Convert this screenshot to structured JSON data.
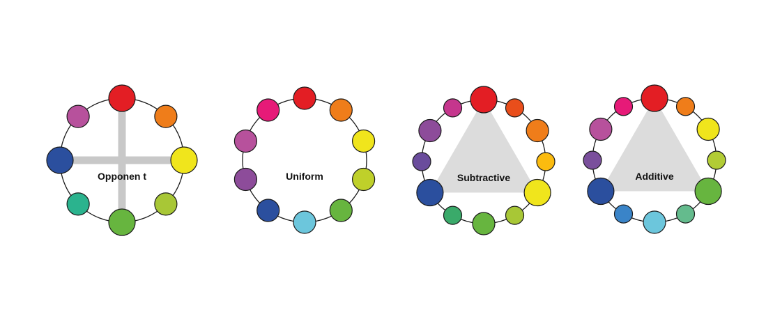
{
  "wheels": [
    {
      "id": "opponent",
      "label": "Opponen t",
      "overlay": "cross",
      "swatches": [
        {
          "color": "#e31e24",
          "size": "large"
        },
        {
          "color": "#ef7d1a",
          "size": "medium"
        },
        {
          "color": "#f0e51c",
          "size": "large"
        },
        {
          "color": "#a8c736",
          "size": "medium"
        },
        {
          "color": "#67b53f",
          "size": "large"
        },
        {
          "color": "#2bb38e",
          "size": "medium"
        },
        {
          "color": "#2b4f9e",
          "size": "large"
        },
        {
          "color": "#b7519c",
          "size": "medium"
        }
      ]
    },
    {
      "id": "uniform",
      "label": "Uniform",
      "overlay": "none",
      "swatches": [
        {
          "color": "#e31e24",
          "size": "medium"
        },
        {
          "color": "#ef7d1a",
          "size": "medium"
        },
        {
          "color": "#f0e51c",
          "size": "medium"
        },
        {
          "color": "#bfd02a",
          "size": "medium"
        },
        {
          "color": "#67b53f",
          "size": "medium"
        },
        {
          "color": "#6cc6dc",
          "size": "medium"
        },
        {
          "color": "#2b4f9e",
          "size": "medium"
        },
        {
          "color": "#8d4c9a",
          "size": "medium"
        },
        {
          "color": "#b7519c",
          "size": "medium"
        },
        {
          "color": "#e61a78",
          "size": "medium"
        }
      ]
    },
    {
      "id": "subtractive",
      "label": "Subtractive",
      "overlay": "triangle",
      "swatches": [
        {
          "color": "#e31e24",
          "size": "large"
        },
        {
          "color": "#e94e1b",
          "size": "small"
        },
        {
          "color": "#ef7d1a",
          "size": "medium"
        },
        {
          "color": "#fbbb0f",
          "size": "small"
        },
        {
          "color": "#f0e51c",
          "size": "large"
        },
        {
          "color": "#a8c736",
          "size": "small"
        },
        {
          "color": "#67b53f",
          "size": "medium"
        },
        {
          "color": "#3aaa6a",
          "size": "small"
        },
        {
          "color": "#2b4f9e",
          "size": "large"
        },
        {
          "color": "#6a4c9c",
          "size": "small"
        },
        {
          "color": "#8d4c9a",
          "size": "medium"
        },
        {
          "color": "#c5368d",
          "size": "small"
        }
      ]
    },
    {
      "id": "additive",
      "label": "Additive",
      "overlay": "triangle",
      "swatches": [
        {
          "color": "#e31e24",
          "size": "large"
        },
        {
          "color": "#ef7d1a",
          "size": "small"
        },
        {
          "color": "#f0e51c",
          "size": "medium"
        },
        {
          "color": "#b2cc35",
          "size": "small"
        },
        {
          "color": "#67b53f",
          "size": "large"
        },
        {
          "color": "#64bb8d",
          "size": "small"
        },
        {
          "color": "#6cc6dc",
          "size": "medium"
        },
        {
          "color": "#3a84c8",
          "size": "small"
        },
        {
          "color": "#2b4f9e",
          "size": "large"
        },
        {
          "color": "#7a4f9c",
          "size": "small"
        },
        {
          "color": "#b7519c",
          "size": "medium"
        },
        {
          "color": "#e61a78",
          "size": "small"
        }
      ]
    }
  ]
}
